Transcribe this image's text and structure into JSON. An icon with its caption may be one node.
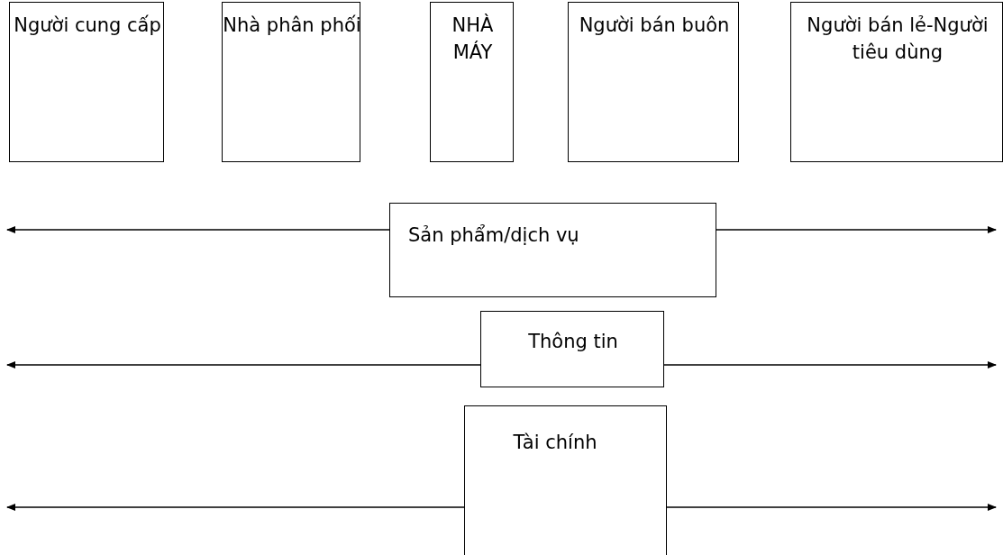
{
  "diagram": {
    "nodes": [
      {
        "text": [
          "Người cung cấp"
        ]
      },
      {
        "text": [
          "Nhà phân phối"
        ]
      },
      {
        "text": [
          "NHÀ MÁY"
        ]
      },
      {
        "text": [
          "Người bán buôn"
        ]
      },
      {
        "text": [
          "Người bán lẻ-Người tiêu dùng"
        ]
      },
      {
        "text": [
          "Sản phẩm/dịch vụ"
        ]
      },
      {
        "text": [
          "Thông tin"
        ]
      },
      {
        "text": [
          "Tài chính"
        ]
      }
    ],
    "edges": [
      {
        "from": 5,
        "to": null,
        "arrow": "to"
      },
      {
        "from": 5,
        "to": null,
        "arrow": "to"
      },
      {
        "from": 6,
        "to": null,
        "arrow": "to"
      },
      {
        "from": 6,
        "to": null,
        "arrow": "to"
      },
      {
        "from": 7,
        "to": null,
        "arrow": "to"
      },
      {
        "from": 7,
        "to": null,
        "arrow": "to"
      }
    ]
  }
}
